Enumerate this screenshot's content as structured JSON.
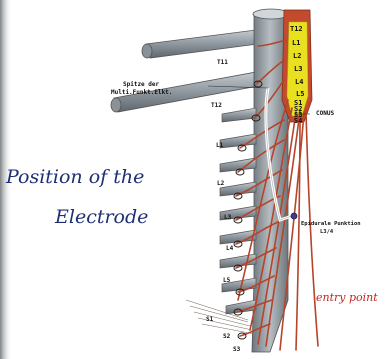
{
  "caption": {
    "line1": "Position of the",
    "line2": "Electrode"
  },
  "labels": {
    "tip_line1": "Spitze der",
    "tip_line2": "Multi.Funkt.Elkt.",
    "conus": "CONUS",
    "epidural_line1": "Epidurale Punktion",
    "epidural_line2": "L3/4",
    "entry_point": "entry point"
  },
  "cord_segments": [
    "T12",
    "L1",
    "L2",
    "L3",
    "L4",
    "L5",
    "S1",
    "S2",
    "S3",
    "S4"
  ],
  "vertebra_labels": [
    "T11",
    "T12",
    "L1",
    "L2",
    "L3",
    "L4",
    "L5",
    "S1",
    "S2",
    "S3"
  ],
  "colors": {
    "cord_highlight": "#e8e021",
    "nerve": "#b5442a",
    "vertebra": "#98a1a8",
    "caption": "#1e2f73",
    "entry_point": "#c0281e"
  }
}
